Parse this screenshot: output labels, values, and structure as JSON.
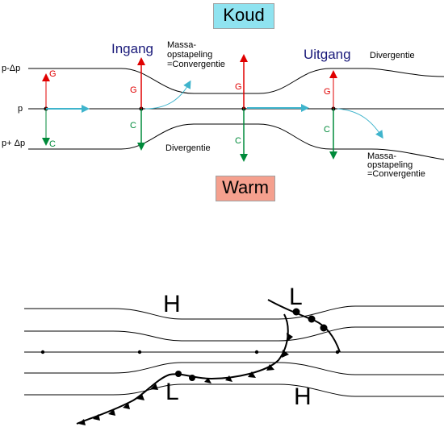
{
  "title_cold": "Koud",
  "title_warm": "Warm",
  "colors": {
    "cold_bg": "#8fe3f0",
    "warm_bg": "#f5a08e",
    "g_arrow": "#e00000",
    "c_arrow": "#008a3a",
    "flow_arrow": "#3fb4cc"
  },
  "levels": {
    "upper": "p-Δp",
    "middle": "p",
    "lower": "p+ Δp"
  },
  "labels": {
    "entrance": "Ingang",
    "exit": "Uitgang",
    "divergence": "Divergentie",
    "mass_accumulation": "Massa-\nopstapeling\n=Convergentie",
    "g": "G",
    "c": "C"
  },
  "map_labels": {
    "high": "H",
    "low": "L"
  }
}
